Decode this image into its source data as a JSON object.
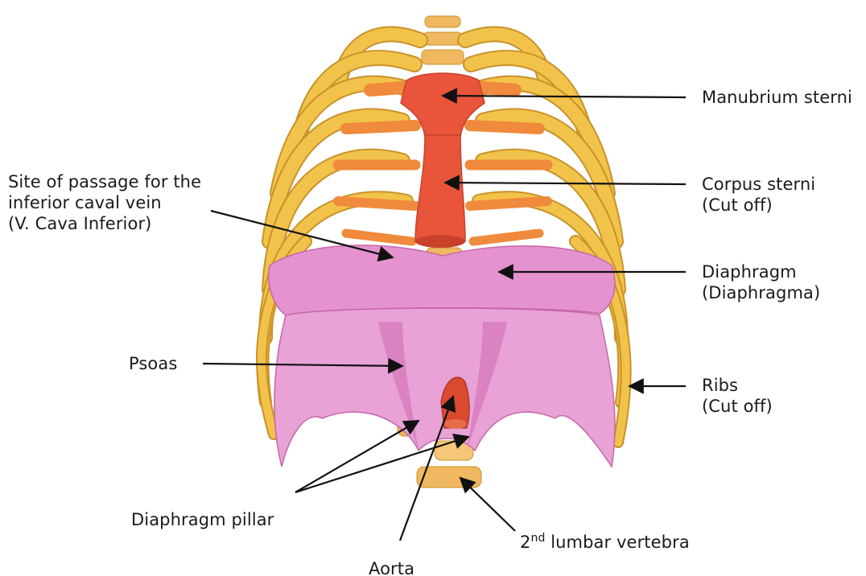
{
  "labels": {
    "manubrium": "Manubrium sterni",
    "corpus_line1": "Corpus sterni",
    "corpus_line2": "(Cut off)",
    "ivc_line1": "Site of passage for the",
    "ivc_line2": "inferior caval vein",
    "ivc_line3": "(V. Cava Inferior)",
    "diaphragm_line1": "Diaphragm",
    "diaphragm_line2": "(Diaphragma)",
    "psoas": "Psoas",
    "ribs_line1": "Ribs",
    "ribs_line2": "(Cut off)",
    "pillar": "Diaphragm pillar",
    "vertebra_number": "2",
    "vertebra_superscript": "nd",
    "vertebra_text": " lumbar vertebra",
    "aorta": "Aorta"
  },
  "colors": {
    "rib": "#f2c34a",
    "rib_outline": "#c9922a",
    "cartilage": "#f08a3c",
    "sternum": "#e8553a",
    "sternum_dark": "#c9412b",
    "diaphragm": "#e493cf",
    "diaphragm_dark": "#c766a8",
    "vertebra": "#f0b860",
    "aorta": "#d94a2e",
    "arrow": "#111111"
  }
}
